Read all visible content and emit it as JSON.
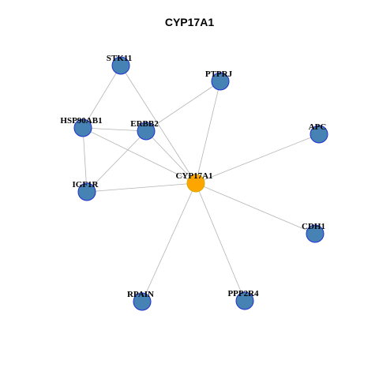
{
  "title": "CYP17A1",
  "colors": {
    "center_fill": "#ffa500",
    "center_stroke": "#d4aa00",
    "node_fill": "#4682b4",
    "node_stroke": "#1f2fd0",
    "edge": "#b3b3b3"
  },
  "network": {
    "center": "CYP17A1",
    "nodes": [
      "STK11",
      "PTPRJ",
      "HSP90AB1",
      "ERBB2",
      "APC",
      "CYP17A1",
      "IGF1R",
      "CDH1",
      "RPAIN",
      "PPP2R4"
    ],
    "edges": [
      [
        "STK11",
        "HSP90AB1"
      ],
      [
        "STK11",
        "CYP17A1"
      ],
      [
        "PTPRJ",
        "ERBB2"
      ],
      [
        "PTPRJ",
        "CYP17A1"
      ],
      [
        "HSP90AB1",
        "ERBB2"
      ],
      [
        "HSP90AB1",
        "IGF1R"
      ],
      [
        "HSP90AB1",
        "CYP17A1"
      ],
      [
        "ERBB2",
        "IGF1R"
      ],
      [
        "ERBB2",
        "CYP17A1"
      ],
      [
        "APC",
        "CYP17A1"
      ],
      [
        "IGF1R",
        "CYP17A1"
      ],
      [
        "CDH1",
        "CYP17A1"
      ],
      [
        "RPAIN",
        "CYP17A1"
      ],
      [
        "PPP2R4",
        "CYP17A1"
      ]
    ]
  }
}
